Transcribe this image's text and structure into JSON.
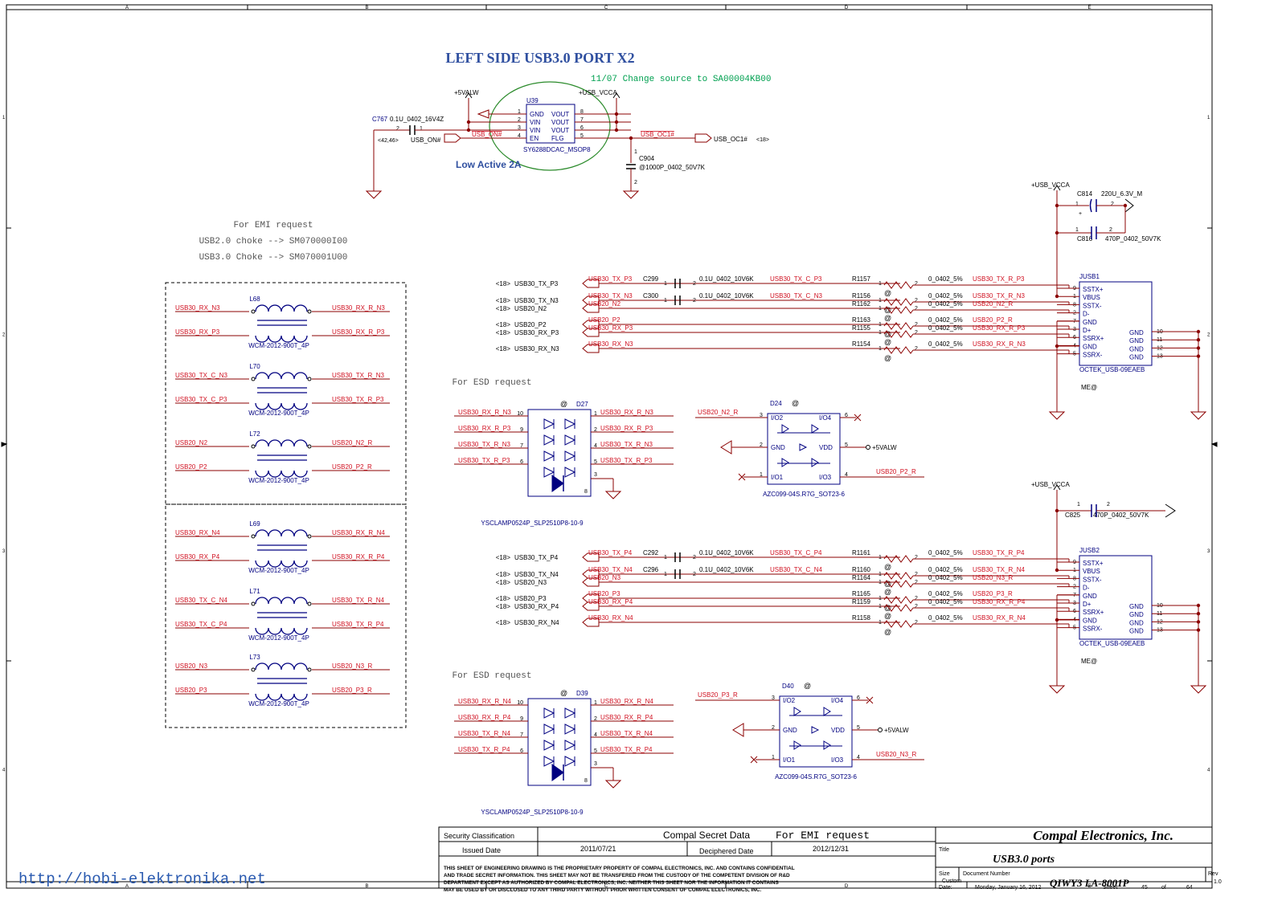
{
  "title": "LEFT SIDE USB3.0 PORT X2",
  "change_note": "11/07 Change source to SA00004KB00",
  "low_active": "Low Active 2A",
  "border": {
    "cols": [
      "A",
      "B",
      "C",
      "D",
      "E"
    ],
    "rows": [
      "1",
      "2",
      "3",
      "4"
    ]
  },
  "power_switch": {
    "ref": "U39",
    "part": "SY6288DCAC_MSOP8",
    "pins_left": [
      {
        "n": "1",
        "name": "GND"
      },
      {
        "n": "2",
        "name": "VIN"
      },
      {
        "n": "3",
        "name": "VIN"
      },
      {
        "n": "4",
        "name": "EN"
      }
    ],
    "pins_right": [
      {
        "n": "8",
        "name": "VOUT"
      },
      {
        "n": "7",
        "name": "VOUT"
      },
      {
        "n": "6",
        "name": "VOUT"
      },
      {
        "n": "5",
        "name": "FLG"
      }
    ],
    "vin_rail": "+5VALW",
    "vout_rail": "+USB_VCCA",
    "c767": {
      "ref": "C767",
      "value": "0.1U_0402_16V4Z",
      "p1": "1",
      "p2": "2"
    },
    "usb_on_ref": "<42,46>",
    "usb_on": "USB_ON#",
    "usb_on_net": "USB_ON#",
    "usb_oc_net": "USB_OC1#",
    "usb_oc_port": "USB_OC1#",
    "usb_oc_ref": "<18>",
    "c904": {
      "ref": "C904",
      "value": "@1000P_0402_50V7K",
      "p1": "1",
      "p2": "2"
    }
  },
  "emi_note": [
    "For EMI request",
    "USB2.0 choke --> SM070000I00",
    "USB3.0 Choke --> SM070001U00"
  ],
  "chokes": [
    {
      "ref": "L68",
      "part": "WCM-2012-900T_4P",
      "l1": "USB30_RX_N3",
      "l2": "USB30_RX_P3",
      "r1": "USB30_RX_R_N3",
      "r2": "USB30_RX_R_P3"
    },
    {
      "ref": "L70",
      "part": "WCM-2012-900T_4P",
      "l1": "USB30_TX_C_N3",
      "l2": "USB30_TX_C_P3",
      "r1": "USB30_TX_R_N3",
      "r2": "USB30_TX_R_P3"
    },
    {
      "ref": "L72",
      "part": "WCM-2012-900T_4P",
      "l1": "USB20_N2",
      "l2": "USB20_P2",
      "r1": "USB20_N2_R",
      "r2": "USB20_P2_R"
    },
    {
      "ref": "L69",
      "part": "WCM-2012-900T_4P",
      "l1": "USB30_RX_N4",
      "l2": "USB30_RX_P4",
      "r1": "USB30_RX_R_N4",
      "r2": "USB30_RX_R_P4"
    },
    {
      "ref": "L71",
      "part": "WCM-2012-900T_4P",
      "l1": "USB30_TX_C_N4",
      "l2": "USB30_TX_C_P4",
      "r1": "USB30_TX_R_N4",
      "r2": "USB30_TX_R_P4"
    },
    {
      "ref": "L73",
      "part": "WCM-2012-900T_4P",
      "l1": "USB20_N3",
      "l2": "USB20_P3",
      "r1": "USB20_N3_R",
      "r2": "USB20_P3_R"
    }
  ],
  "esd_note": "For ESD request",
  "esd_array": [
    {
      "ref": "D27",
      "part": "YSCLAMP0524P_SLP2510P8-10-9",
      "left": [
        {
          "net": "USB30_RX_R_N3",
          "pin": "10"
        },
        {
          "net": "USB30_RX_R_P3",
          "pin": "9"
        },
        {
          "net": "USB30_TX_R_N3",
          "pin": "7"
        },
        {
          "net": "USB30_TX_R_P3",
          "pin": "6"
        }
      ],
      "right": [
        {
          "pin": "1",
          "net": "USB30_RX_R_N3"
        },
        {
          "pin": "2",
          "net": "USB30_RX_R_P3"
        },
        {
          "pin": "4",
          "net": "USB30_TX_R_N3"
        },
        {
          "pin": "5",
          "net": "USB30_TX_R_P3"
        }
      ],
      "gnd_pins": [
        "3",
        "8"
      ]
    },
    {
      "ref": "D39",
      "part": "YSCLAMP0524P_SLP2510P8-10-9",
      "left": [
        {
          "net": "USB30_RX_R_N4",
          "pin": "10"
        },
        {
          "net": "USB30_RX_R_P4",
          "pin": "9"
        },
        {
          "net": "USB30_TX_R_N4",
          "pin": "7"
        },
        {
          "net": "USB30_TX_R_P4",
          "pin": "6"
        }
      ],
      "right": [
        {
          "pin": "1",
          "net": "USB30_RX_R_N4"
        },
        {
          "pin": "2",
          "net": "USB30_RX_R_P4"
        },
        {
          "pin": "4",
          "net": "USB30_TX_R_N4"
        },
        {
          "pin": "5",
          "net": "USB30_TX_R_P4"
        }
      ],
      "gnd_pins": [
        "3",
        "8"
      ]
    }
  ],
  "esd_small": [
    {
      "ref": "D24",
      "part": "AZC099-04S.R7G_SOT23-6",
      "in_net": "USB20_N2_R",
      "out_net": "USB20_P2_R",
      "rail": "+5VALW",
      "labels": [
        "I/O2",
        "I/O4",
        "GND",
        "VDD",
        "I/O1",
        "I/O3"
      ],
      "pins": [
        "3",
        "6",
        "2",
        "5",
        "1",
        "4"
      ]
    },
    {
      "ref": "D40",
      "part": "AZC099-04S.R7G_SOT23-6",
      "in_net": "USB20_P3_R",
      "out_net": "USB20_N3_R",
      "rail": "+5VALW",
      "labels": [
        "I/O2",
        "I/O4",
        "GND",
        "VDD",
        "I/O1",
        "I/O3"
      ],
      "pins": [
        "3",
        "6",
        "2",
        "5",
        "1",
        "4"
      ]
    }
  ],
  "at": "@",
  "ports": [
    {
      "conn": "JUSB1",
      "part": "OCTEK_USB-09EAEB",
      "me": "ME@",
      "rail": "+USB_VCCA",
      "caps": [
        {
          "ref": "C814",
          "value": "220U_6.3V_M",
          "p1": "1",
          "p2": "2",
          "plus": "+"
        },
        {
          "ref": "C816",
          "value": "470P_0402_50V7K",
          "p1": "1",
          "p2": "2"
        }
      ],
      "nets": [
        {
          "ref": "<18>",
          "name": "USB30_TX_P3",
          "net": "USB30_TX_P3",
          "cap": "C299",
          "capval": "0.1U_0402_10V6K",
          "cp1": "1",
          "cp2": "2",
          "capnet": "USB30_TX_C_P3",
          "res": "R1157",
          "rp1": "1",
          "rp2": "2",
          "resval": "0_0402_5%",
          "rnet": "USB30_TX_R_P3",
          "pin": "9"
        },
        {
          "ref": "<18>",
          "name": "USB30_TX_N3",
          "net": "USB30_TX_N3",
          "cap": "C300",
          "capval": "0.1U_0402_10V6K",
          "cp1": "1",
          "cp2": "2",
          "capnet": "USB30_TX_C_N3",
          "res": "R1156",
          "rp1": "1",
          "rp2": "2",
          "resval": "0_0402_5%",
          "rnet": "USB30_TX_R_N3",
          "pin": "8"
        },
        {
          "ref": "<18>",
          "name": "USB20_N2",
          "net": "USB20_N2",
          "res": "R1162",
          "rp1": "1",
          "rp2": "2",
          "resval": "0_0402_5%",
          "rnet": "USB20_N2_R",
          "pin": "3"
        },
        {
          "ref": "<18>",
          "name": "USB20_P2",
          "net": "USB20_P2",
          "res": "R1163",
          "rp1": "1",
          "rp2": "2",
          "resval": "0_0402_5%",
          "rnet": "USB20_P2_R",
          "pin": "7"
        },
        {
          "ref": "<18>",
          "name": "USB30_RX_P3",
          "net": "USB30_RX_P3",
          "res": "R1155",
          "rp1": "1",
          "rp2": "2",
          "resval": "0_0402_5%",
          "rnet": "USB30_RX_R_P3",
          "pin": "6"
        },
        {
          "ref": "<18>",
          "name": "USB30_RX_N3",
          "net": "USB30_RX_N3",
          "res": "R1154",
          "rp1": "1",
          "rp2": "2",
          "resval": "0_0402_5%",
          "rnet": "USB30_RX_R_N3",
          "pin": "5"
        }
      ],
      "pins_left": [
        "SSTX+",
        "VBUS",
        "SSTX-",
        "D-",
        "GND",
        "D+",
        "SSRX+",
        "GND",
        "SSRX-"
      ],
      "pin_nums_left": [
        "9",
        "1",
        "8",
        "2",
        "7",
        "3",
        "6",
        "4",
        "5"
      ],
      "gnd_right": [
        {
          "name": "GND",
          "n": "10"
        },
        {
          "name": "GND",
          "n": "11"
        },
        {
          "name": "GND",
          "n": "12"
        },
        {
          "name": "GND",
          "n": "13"
        }
      ]
    },
    {
      "conn": "JUSB2",
      "part": "OCTEK_USB-09EAEB",
      "me": "ME@",
      "rail": "+USB_VCCA",
      "caps": [
        {
          "ref": "C825",
          "value": "470P_0402_50V7K",
          "p1": "1",
          "p2": "2"
        }
      ],
      "nets": [
        {
          "ref": "<18>",
          "name": "USB30_TX_P4",
          "net": "USB30_TX_P4",
          "cap": "C292",
          "capval": "0.1U_0402_10V6K",
          "cp1": "1",
          "cp2": "2",
          "capnet": "USB30_TX_C_P4",
          "res": "R1161",
          "rp1": "1",
          "rp2": "2",
          "resval": "0_0402_5%",
          "rnet": "USB30_TX_R_P4",
          "pin": "9"
        },
        {
          "ref": "<18>",
          "name": "USB30_TX_N4",
          "net": "USB30_TX_N4",
          "cap": "C296",
          "capval": "0.1U_0402_10V6K",
          "cp1": "1",
          "cp2": "2",
          "capnet": "USB30_TX_C_N4",
          "res": "R1160",
          "rp1": "1",
          "rp2": "2",
          "resval": "0_0402_5%",
          "rnet": "USB30_TX_R_N4",
          "pin": "8"
        },
        {
          "ref": "<18>",
          "name": "USB20_N3",
          "net": "USB20_N3",
          "res": "R1164",
          "rp1": "1",
          "rp2": "2",
          "resval": "0_0402_5%",
          "rnet": "USB20_N3_R",
          "pin": "3"
        },
        {
          "ref": "<18>",
          "name": "USB20_P3",
          "net": "USB20_P3",
          "res": "R1165",
          "rp1": "1",
          "rp2": "2",
          "resval": "0_0402_5%",
          "rnet": "USB20_P3_R",
          "pin": "7"
        },
        {
          "ref": "<18>",
          "name": "USB30_RX_P4",
          "net": "USB30_RX_P4",
          "res": "R1159",
          "rp1": "1",
          "rp2": "2",
          "resval": "0_0402_5%",
          "rnet": "USB30_RX_R_P4",
          "pin": "6"
        },
        {
          "ref": "<18>",
          "name": "USB30_RX_N4",
          "net": "USB30_RX_N4",
          "res": "R1158",
          "rp1": "1",
          "rp2": "2",
          "resval": "0_0402_5%",
          "rnet": "USB30_RX_R_N4",
          "pin": "5"
        }
      ],
      "pins_left": [
        "SSTX+",
        "VBUS",
        "SSTX-",
        "D-",
        "GND",
        "D+",
        "SSRX+",
        "GND",
        "SSRX-"
      ],
      "pin_nums_left": [
        "9",
        "1",
        "8",
        "2",
        "7",
        "3",
        "6",
        "4",
        "5"
      ],
      "gnd_right": [
        {
          "name": "GND",
          "n": "10"
        },
        {
          "name": "GND",
          "n": "11"
        },
        {
          "name": "GND",
          "n": "12"
        },
        {
          "name": "GND",
          "n": "13"
        }
      ]
    }
  ],
  "title_block": {
    "security_label": "Security Classification",
    "secret": "Compal Secret Data",
    "emi": "For EMI request",
    "issued_label": "Issued Date",
    "issued": "2011/07/21",
    "deciphered_label": "Deciphered Date",
    "deciphered": "2012/12/31",
    "company": "Compal Electronics, Inc.",
    "title_label": "Title",
    "title": "USB3.0 ports",
    "size_label": "Size",
    "size": "Custom",
    "docnum_label": "Document Number",
    "docnum": "QIWY3 LA-8001P",
    "rev_label": "Rev",
    "rev": "1.0",
    "date_label": "Date:",
    "date": "Monday, January 16, 2012",
    "sheet_label": "Sheet",
    "sheet": "45",
    "of_label": "of",
    "of": "64",
    "disclaimer": [
      "THIS SHEET OF ENGINEERING DRAWING IS THE PROPRIETARY PROPERTY OF COMPAL ELECTRONICS, INC. AND CONTAINS CONFIDENTIAL",
      "AND TRADE SECRET INFORMATION. THIS SHEET MAY NOT BE TRANSFERED FROM THE CUSTODY OF THE COMPETENT DIVISION OF R&D",
      "DEPARTMENT EXCEPT AS AUTHORIZED BY COMPAL ELECTRONICS, INC. NEITHER THIS SHEET NOR THE INFORMATION IT CONTAINS",
      "MAY BE USED BY OR DISCLOSED TO ANY THIRD PARTY WITHOUT PRIOR WRITTEN CONSENT OF COMPAL ELECTRONICS, INC."
    ]
  },
  "watermark": "http://hobi-elektronika.net",
  "colors": {
    "wire": "#8b0000",
    "net": "#d01020",
    "part": "#000080",
    "title": "#3050a0",
    "note": "#00a050",
    "ellipse": "#2a8a2a",
    "watermark": "#2a5ab0"
  }
}
